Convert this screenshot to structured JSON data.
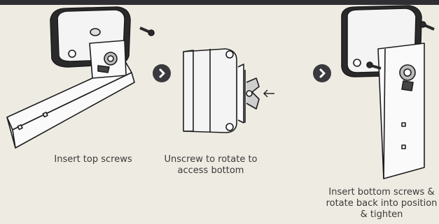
{
  "steps": [
    {
      "caption": "Insert top screws"
    },
    {
      "caption": "Unscrew to rotate to access bottom"
    },
    {
      "caption": "Insert bottom screws & rotate back into position & tighten"
    }
  ],
  "icons": {
    "step_arrow": "chevron-right-icon",
    "direction_arrow": "arrow-left-icon",
    "screw": "screw-icon"
  },
  "colors": {
    "background": "#eeebe2",
    "topbar": "#2f2f33",
    "line": "#1d1d1d",
    "arrow_circle": "#3a3a3e"
  }
}
